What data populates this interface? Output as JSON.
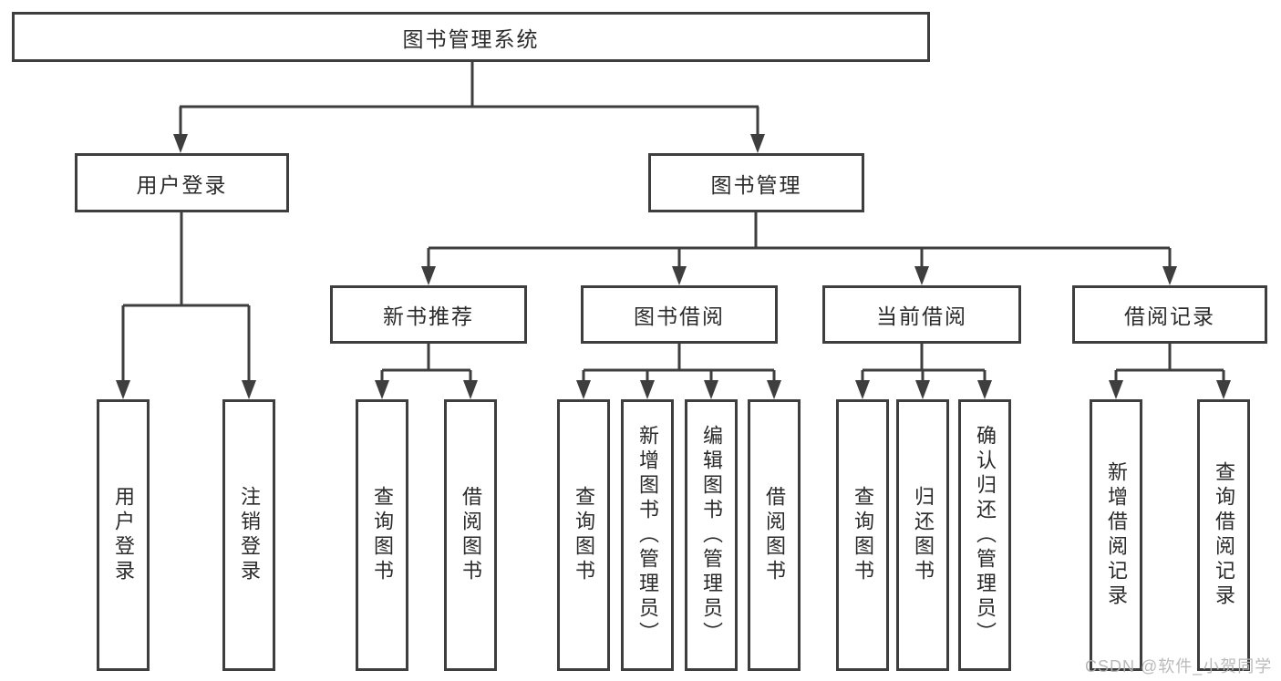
{
  "diagram": {
    "colors": {
      "line": "#3e3e3e",
      "box_border": "#3e3e3e",
      "text": "#2a2a2a",
      "background": "#ffffff",
      "watermark": "#b5b5b5"
    },
    "nodes": {
      "root": {
        "label": "图书管理系统"
      },
      "level2": [
        {
          "label": "用户登录"
        },
        {
          "label": "图书管理"
        }
      ],
      "level3": [
        {
          "label": "新书推荐"
        },
        {
          "label": "图书借阅"
        },
        {
          "label": "当前借阅"
        },
        {
          "label": "借阅记录"
        }
      ],
      "children": {
        "user_login": [
          "用户登录",
          "注销登录"
        ],
        "new_book_recommend": [
          "查询图书",
          "借阅图书"
        ],
        "book_borrowing": [
          "查询图书",
          "新增图书（管理员）",
          "编辑图书（管理员）",
          "借阅图书"
        ],
        "current_borrowing": [
          "查询图书",
          "归还图书",
          "确认归还（管理员）"
        ],
        "borrowing_records": [
          "新增借阅记录",
          "查询借阅记录"
        ]
      }
    },
    "watermark": "CSDN @软件_小贺同学"
  }
}
